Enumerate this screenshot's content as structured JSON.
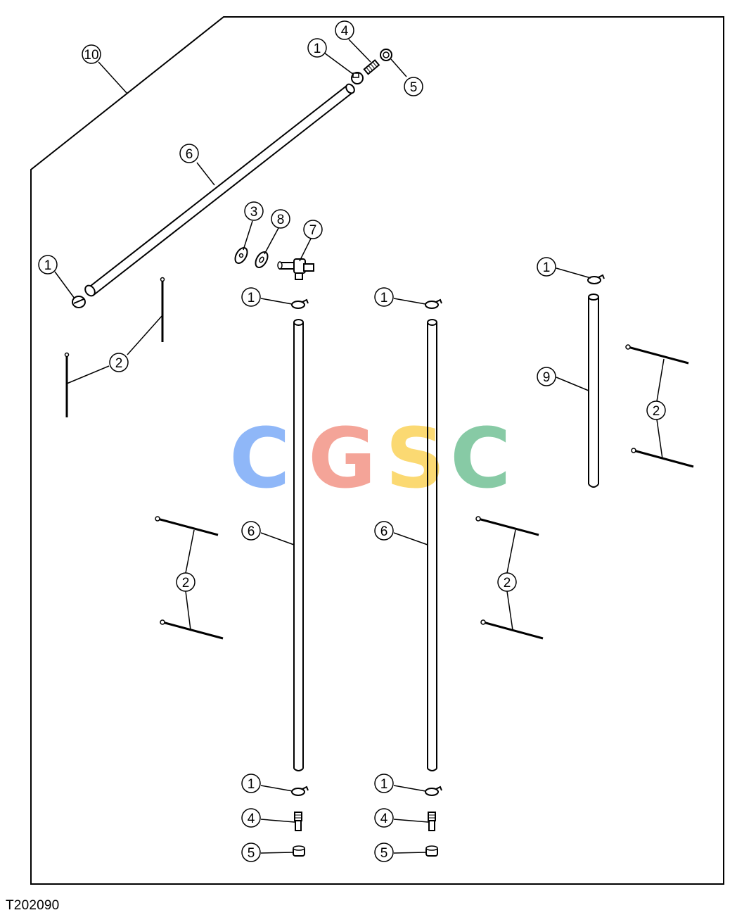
{
  "figure_id": "T202090",
  "callouts": {
    "c10": "10",
    "c1_top": "1",
    "c4_top": "4",
    "c5_top": "5",
    "c6_diag": "6",
    "c3": "3",
    "c8": "8",
    "c7": "7",
    "c1_left": "1",
    "c2_left_top": "2",
    "c1_right": "1",
    "c9": "9",
    "c2_right_top": "2",
    "c1_col1_top": "1",
    "c1_col2_top": "1",
    "c6_col1": "6",
    "c6_col2": "6",
    "c2_left_mid": "2",
    "c2_right_mid": "2",
    "c1_col1_bot": "1",
    "c1_col2_bot": "1",
    "c4_col1_bot": "4",
    "c4_col2_bot": "4",
    "c5_col1_bot": "5",
    "c5_col2_bot": "5"
  },
  "watermark": {
    "letters": [
      "C",
      "G",
      "S",
      "C"
    ],
    "colors": [
      "#8ab4f8",
      "#f4a093",
      "#fbd76b",
      "#81c8a1"
    ]
  }
}
